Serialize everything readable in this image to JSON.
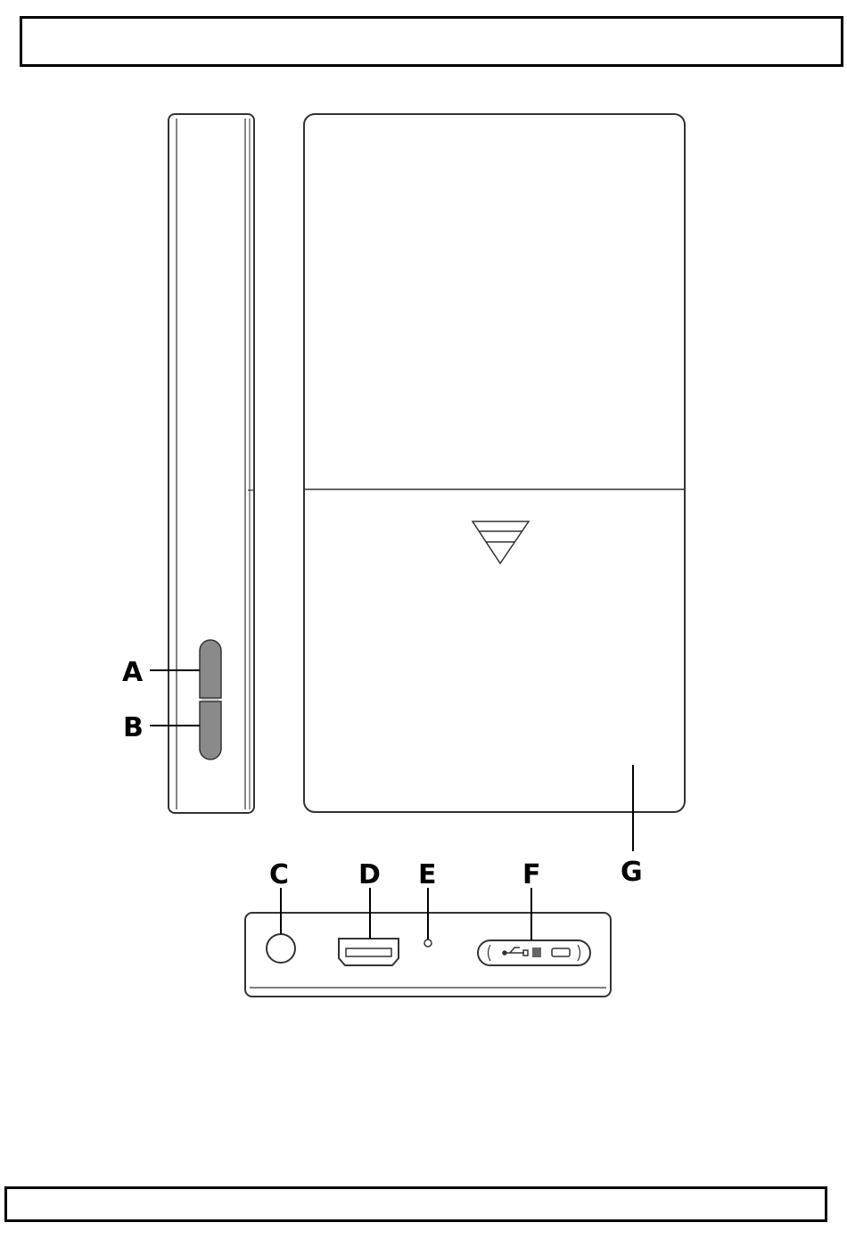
{
  "header": {
    "text": ""
  },
  "footer": {
    "text": ""
  },
  "callouts": {
    "a": "A",
    "b": "B",
    "c": "C",
    "d": "D",
    "e": "E",
    "f": "F",
    "g": "G"
  },
  "icons": {
    "usb": "usb-symbol-icon",
    "battery_arrow": "triangle-arrow-icon"
  },
  "colors": {
    "line": "#333333",
    "button_fill": "#8a8a8a",
    "background": "#ffffff"
  }
}
